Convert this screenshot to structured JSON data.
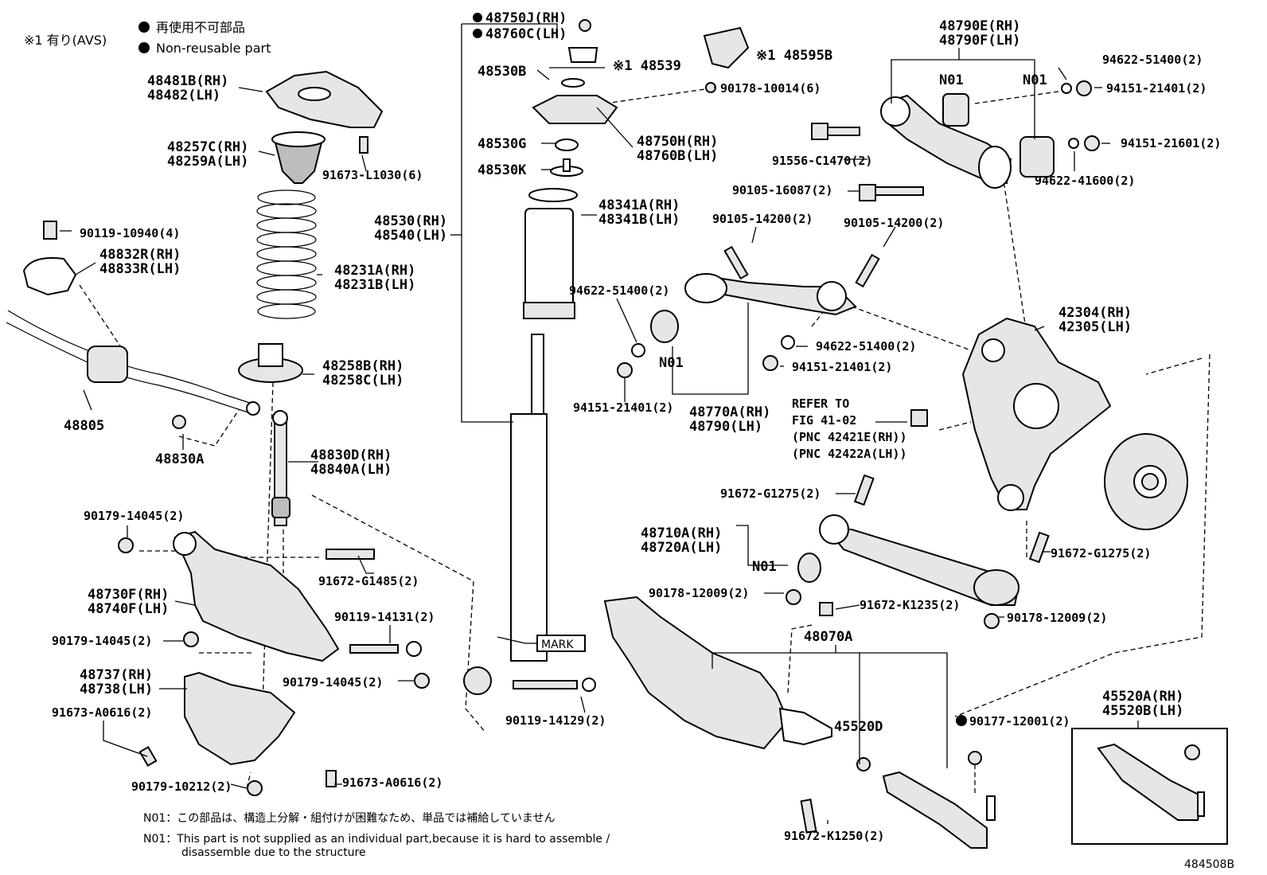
{
  "legend": {
    "note_marker": "※1 有り(AVS)",
    "nonreusable_jp": "再使用不可部品",
    "nonreusable_en": "Non-reusable part"
  },
  "labels": {
    "p48481": [
      "48481B(RH)",
      "48482(LH)"
    ],
    "p48257": [
      "48257C(RH)",
      "48259A(LH)"
    ],
    "p91673L": "91673-L1030(6)",
    "p48231": [
      "48231A(RH)",
      "48231B(LH)"
    ],
    "p48258": [
      "48258B(RH)",
      "48258C(LH)"
    ],
    "p90119_10940": "90119-10940(4)",
    "p48832": [
      "48832R(RH)",
      "48833R(LH)"
    ],
    "p48805": "48805",
    "p48830A": "48830A",
    "p48830D": [
      "48830D(RH)",
      "48840A(LH)"
    ],
    "p90179_14045a": "90179-14045(2)",
    "p91672_G1485": "91672-G1485(2)",
    "p48730": [
      "48730F(RH)",
      "48740F(LH)"
    ],
    "p90119_14131": "90119-14131(2)",
    "p90179_14045b": "90179-14045(2)",
    "p48737": [
      "48737(RH)",
      "48738(LH)"
    ],
    "p90179_14045c": "90179-14045(2)",
    "p91673_A0616a": "91673-A0616(2)",
    "p90119_14129": "90119-14129(2)",
    "p90179_10212": "90179-10212(2)",
    "p91673_A0616b": "91673-A0616(2)",
    "p48750J": [
      "48750J(RH)",
      "48760C(LH)"
    ],
    "p48539": "※1 48539",
    "p48595B": "※1 48595B",
    "p48530B": "48530B",
    "p90178_10014": "90178-10014(6)",
    "p48750H": [
      "48750H(RH)",
      "48760B(LH)"
    ],
    "p48530G": "48530G",
    "p48530K": "48530K",
    "p48341": [
      "48341A(RH)",
      "48341B(LH)"
    ],
    "p48530": [
      "48530(RH)",
      "48540(LH)"
    ],
    "mark": "MARK",
    "p48790E": [
      "48790E(RH)",
      "48790F(LH)"
    ],
    "n01_a": "N01",
    "n01_b": "N01",
    "p94622_51400a": "94622-51400(2)",
    "p94151_21401a": "94151-21401(2)",
    "p91556": "91556-C1470(2)",
    "p94151_21601": "94151-21601(2)",
    "p90105_16087": "90105-16087(2)",
    "p94622_41600": "94622-41600(2)",
    "p90105_14200a": "90105-14200(2)",
    "p90105_14200b": "90105-14200(2)",
    "p94622_51400b": "94622-51400(2)",
    "n01_c": "N01",
    "p94622_51400c": "94622-51400(2)",
    "p94151_21401b": "94151-21401(2)",
    "p94151_21401c": "94151-21401(2)",
    "p48770A": [
      "48770A(RH)",
      "48790(LH)"
    ],
    "p42304": [
      "42304(RH)",
      "42305(LH)"
    ],
    "refer": [
      "REFER TO",
      "FIG 41-02",
      "(PNC 42421E(RH))",
      "(PNC 42422A(LH))"
    ],
    "p91672_G1275a": "91672-G1275(2)",
    "p48710A": [
      "48710A(RH)",
      "48720A(LH)"
    ],
    "n01_d": "N01",
    "p91672_G1275b": "91672-G1275(2)",
    "p90178_12009a": "90178-12009(2)",
    "p91672_K1235": "91672-K1235(2)",
    "p90178_12009b": "90178-12009(2)",
    "p48070A": "48070A",
    "p45520D": "45520D",
    "p90177_12001": "90177-12001(2)",
    "p45520A": [
      "45520A(RH)",
      "45520B(LH)"
    ],
    "p91672_K1250": "91672-K1250(2)",
    "fig_no": "484508B"
  },
  "footnotes": {
    "jp": "N01：この部品は、構造上分解・組付けが困難なため、単品では補給していません",
    "en_1": "N01：This part is not supplied as an individual part,because it is hard to assemble /",
    "en_2": "disassemble due to the structure"
  }
}
